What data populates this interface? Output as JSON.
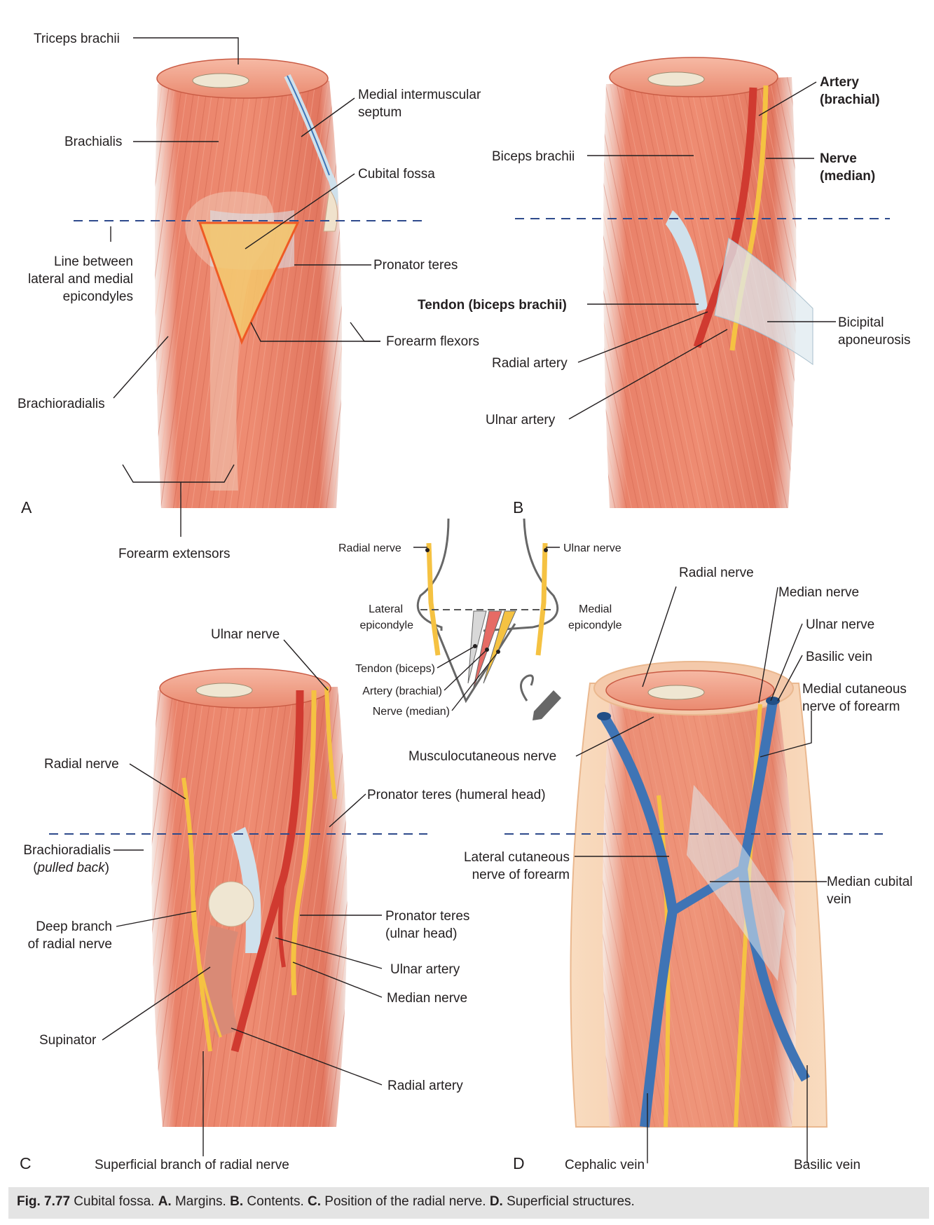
{
  "caption": {
    "fig_number": "Fig. 7.77",
    "text_1": " Cubital fossa. ",
    "a_letter": "A.",
    "a_text": " Margins. ",
    "b_letter": "B.",
    "b_text": " Contents. ",
    "c_letter": "C.",
    "c_text": " Position of the radial nerve. ",
    "d_letter": "D.",
    "d_text": " Superficial structures."
  },
  "panels": {
    "A": {
      "letter": "A",
      "labels": {
        "triceps": "Triceps brachii",
        "brachialis": "Brachialis",
        "medial_septum_1": "Medial intermuscular",
        "medial_septum_2": "septum",
        "cubital_fossa": "Cubital fossa",
        "line_1": "Line between",
        "line_2": "lateral and medial",
        "line_3": "epicondyles",
        "pronator_teres": "Pronator teres",
        "forearm_flexors": "Forearm flexors",
        "brachioradialis": "Brachioradialis",
        "forearm_extensors": "Forearm extensors"
      }
    },
    "B": {
      "letter": "B",
      "labels": {
        "artery_1": "Artery",
        "artery_2": "(brachial)",
        "biceps": "Biceps brachii",
        "nerve_1": "Nerve",
        "nerve_2": "(median)",
        "tendon": "Tendon (biceps brachii)",
        "bicipital_1": "Bicipital",
        "bicipital_2": "aponeurosis",
        "radial_artery": "Radial artery",
        "ulnar_artery": "Ulnar artery"
      }
    },
    "inset": {
      "labels": {
        "radial_nerve": "Radial nerve",
        "ulnar_nerve": "Ulnar nerve",
        "lateral_1": "Lateral",
        "lateral_2": "epicondyle",
        "medial_1": "Medial",
        "medial_2": "epicondyle",
        "tendon": "Tendon (biceps)",
        "artery": "Artery (brachial)",
        "nerve": "Nerve (median)"
      }
    },
    "C": {
      "letter": "C",
      "labels": {
        "ulnar_nerve": "Ulnar nerve",
        "radial_nerve": "Radial nerve",
        "pronator_humeral": "Pronator teres (humeral head)",
        "brachioradialis": "Brachioradialis",
        "pulled_back": "pulled back",
        "deep_branch_1": "Deep branch",
        "deep_branch_2": "of radial nerve",
        "pronator_ulnar_1": "Pronator teres",
        "pronator_ulnar_2": "(ulnar head)",
        "ulnar_artery": "Ulnar artery",
        "median_nerve": "Median nerve",
        "supinator": "Supinator",
        "radial_artery": "Radial artery",
        "superficial_branch": "Superficial branch of radial nerve"
      }
    },
    "D": {
      "letter": "D",
      "labels": {
        "radial_nerve": "Radial nerve",
        "median_nerve": "Median nerve",
        "ulnar_nerve": "Ulnar nerve",
        "basilic_vein_top": "Basilic vein",
        "medial_cut_1": "Medial cutaneous",
        "medial_cut_2": "nerve of forearm",
        "musculocutaneous": "Musculocutaneous nerve",
        "lateral_cut_1": "Lateral cutaneous",
        "lateral_cut_2": "nerve of forearm",
        "median_cubital_1": "Median cubital",
        "median_cubital_2": "vein",
        "cephalic": "Cephalic vein",
        "basilic_bottom": "Basilic vein"
      }
    }
  },
  "colors": {
    "muscle": "#e9826a",
    "muscle_light": "#f2a68f",
    "muscle_line": "#c85a44",
    "tendon": "#cfe1ec",
    "bone": "#efe6d2",
    "artery": "#d03a30",
    "nerve": "#f5c242",
    "vein": "#3f74b5",
    "fossa": "#f3c66a",
    "fossa_outline": "#ef5a24",
    "skin": "#f6caa0",
    "dash_line": "#2e4a8c"
  }
}
